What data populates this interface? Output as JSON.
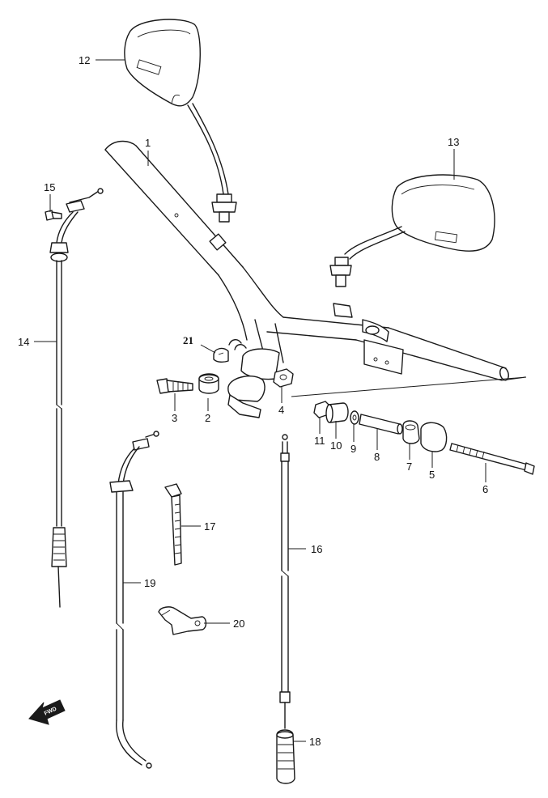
{
  "diagram": {
    "callouts": [
      {
        "id": "1",
        "label": "1"
      },
      {
        "id": "2",
        "label": "2"
      },
      {
        "id": "3",
        "label": "3"
      },
      {
        "id": "4",
        "label": "4"
      },
      {
        "id": "5",
        "label": "5"
      },
      {
        "id": "6",
        "label": "6"
      },
      {
        "id": "7",
        "label": "7"
      },
      {
        "id": "8",
        "label": "8"
      },
      {
        "id": "9",
        "label": "9"
      },
      {
        "id": "10",
        "label": "10"
      },
      {
        "id": "11",
        "label": "11"
      },
      {
        "id": "12",
        "label": "12"
      },
      {
        "id": "13",
        "label": "13"
      },
      {
        "id": "14",
        "label": "14"
      },
      {
        "id": "15",
        "label": "15"
      },
      {
        "id": "16",
        "label": "16"
      },
      {
        "id": "17",
        "label": "17"
      },
      {
        "id": "18",
        "label": "18"
      },
      {
        "id": "19",
        "label": "19"
      },
      {
        "id": "20",
        "label": "20"
      },
      {
        "id": "21",
        "label": "21"
      }
    ],
    "fwd_label": "FWD",
    "fwd_icon": "fwd-arrow-icon",
    "line_color": "#1a1a1a",
    "background_color": "#ffffff"
  }
}
